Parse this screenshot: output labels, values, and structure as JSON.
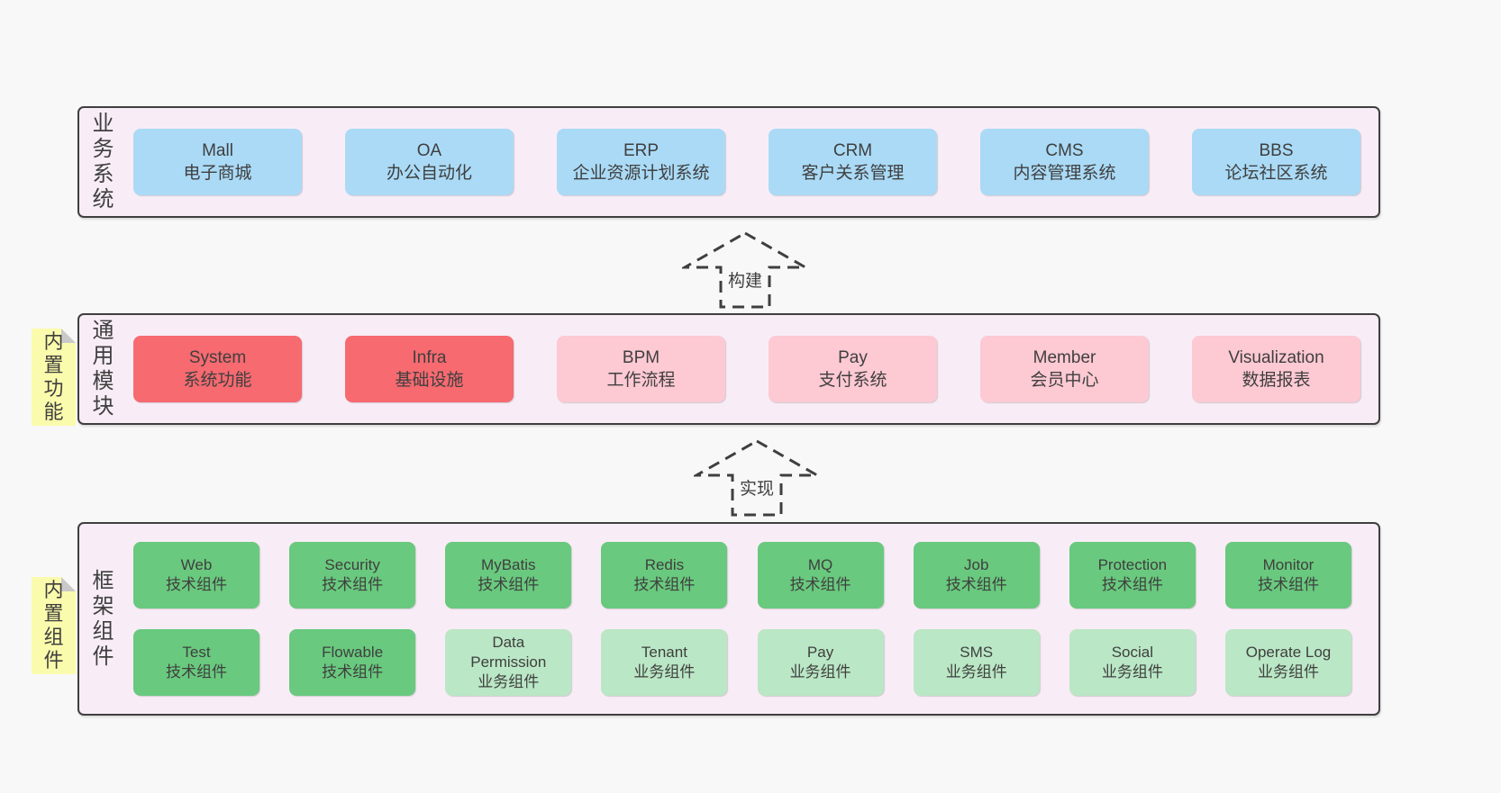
{
  "colors": {
    "page_bg": "#f8f8f8",
    "layer_bg": "#f8edf6",
    "layer_border": "#3f3f3f",
    "blue": "#aadaf6",
    "red": "#f66a70",
    "pink": "#fdc9d3",
    "green": "#69c97e",
    "light_green": "#bae7c5",
    "note_yellow": "#fbfbad",
    "note_fold": "#c9c9c9",
    "text": "#3f3f3f"
  },
  "diagram": {
    "arrows": [
      {
        "label": "构建"
      },
      {
        "label": "实现"
      }
    ],
    "layers": [
      {
        "label": "业务系统",
        "boxes": [
          {
            "name": "Mall",
            "desc": "电子商城"
          },
          {
            "name": "OA",
            "desc": "办公自动化"
          },
          {
            "name": "ERP",
            "desc": "企业资源计划系统"
          },
          {
            "name": "CRM",
            "desc": "客户关系管理"
          },
          {
            "name": "CMS",
            "desc": "内容管理系统"
          },
          {
            "name": "BBS",
            "desc": "论坛社区系统"
          }
        ]
      },
      {
        "label": "通用模块",
        "note": "内置功能",
        "boxes": [
          {
            "name": "System",
            "desc": "系统功能"
          },
          {
            "name": "Infra",
            "desc": "基础设施"
          },
          {
            "name": "BPM",
            "desc": "工作流程"
          },
          {
            "name": "Pay",
            "desc": "支付系统"
          },
          {
            "name": "Member",
            "desc": "会员中心"
          },
          {
            "name": "Visualization",
            "desc": "数据报表"
          }
        ]
      },
      {
        "label": "框架组件",
        "note": "内置组件",
        "rows": [
          [
            {
              "name": "Web",
              "desc": "技术组件"
            },
            {
              "name": "Security",
              "desc": "技术组件"
            },
            {
              "name": "MyBatis",
              "desc": "技术组件"
            },
            {
              "name": "Redis",
              "desc": "技术组件"
            },
            {
              "name": "MQ",
              "desc": "技术组件"
            },
            {
              "name": "Job",
              "desc": "技术组件"
            },
            {
              "name": "Protection",
              "desc": "技术组件"
            },
            {
              "name": "Monitor",
              "desc": "技术组件"
            }
          ],
          [
            {
              "name": "Test",
              "desc": "技术组件"
            },
            {
              "name": "Flowable",
              "desc": "技术组件"
            },
            {
              "name": "Data Permission",
              "desc": "业务组件"
            },
            {
              "name": "Tenant",
              "desc": "业务组件"
            },
            {
              "name": "Pay",
              "desc": "业务组件"
            },
            {
              "name": "SMS",
              "desc": "业务组件"
            },
            {
              "name": "Social",
              "desc": "业务组件"
            },
            {
              "name": "Operate Log",
              "desc": "业务组件"
            }
          ]
        ]
      }
    ]
  }
}
